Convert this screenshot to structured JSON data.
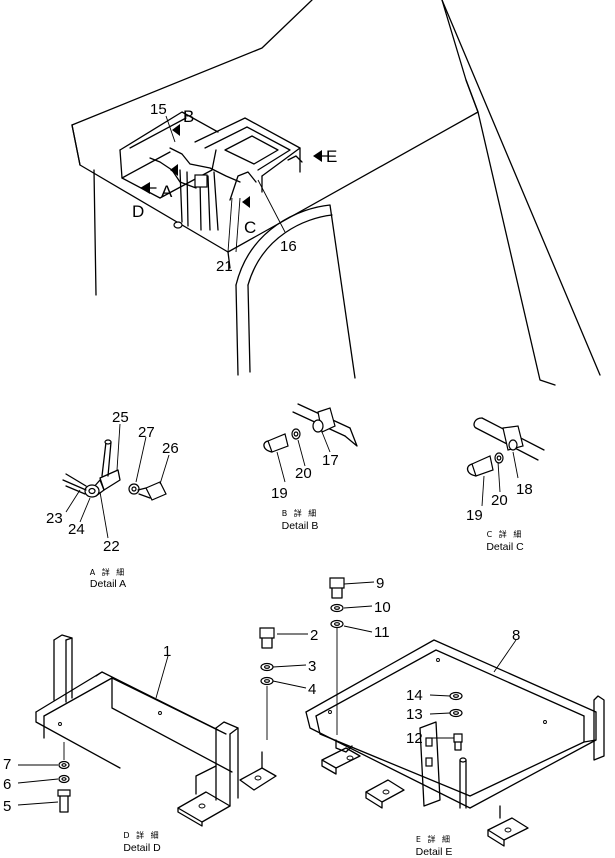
{
  "view_letters": [
    "A",
    "B",
    "C",
    "D",
    "E"
  ],
  "main_view_part_numbers": [
    "15",
    "16",
    "21"
  ],
  "detail_a": {
    "part_numbers": [
      "22",
      "23",
      "24",
      "25",
      "26",
      "27"
    ],
    "caption_jp": "A 詳 細",
    "caption_en": "Detail  A"
  },
  "detail_b": {
    "part_numbers": [
      "17",
      "19",
      "20"
    ],
    "caption_jp": "B 詳 細",
    "caption_en": "Detail  B"
  },
  "detail_c": {
    "part_numbers": [
      "18",
      "19",
      "20"
    ],
    "caption_jp": "C 詳 細",
    "caption_en": "Detail  C"
  },
  "detail_d": {
    "part_numbers": [
      "1",
      "5",
      "6",
      "7"
    ],
    "caption_jp": "D 詳 細",
    "caption_en": "Detail  D"
  },
  "detail_e": {
    "part_numbers": [
      "2",
      "3",
      "4",
      "8",
      "9",
      "10",
      "11",
      "12",
      "13",
      "14"
    ],
    "caption_jp": "E 詳 細",
    "caption_en": "Detail  E"
  }
}
